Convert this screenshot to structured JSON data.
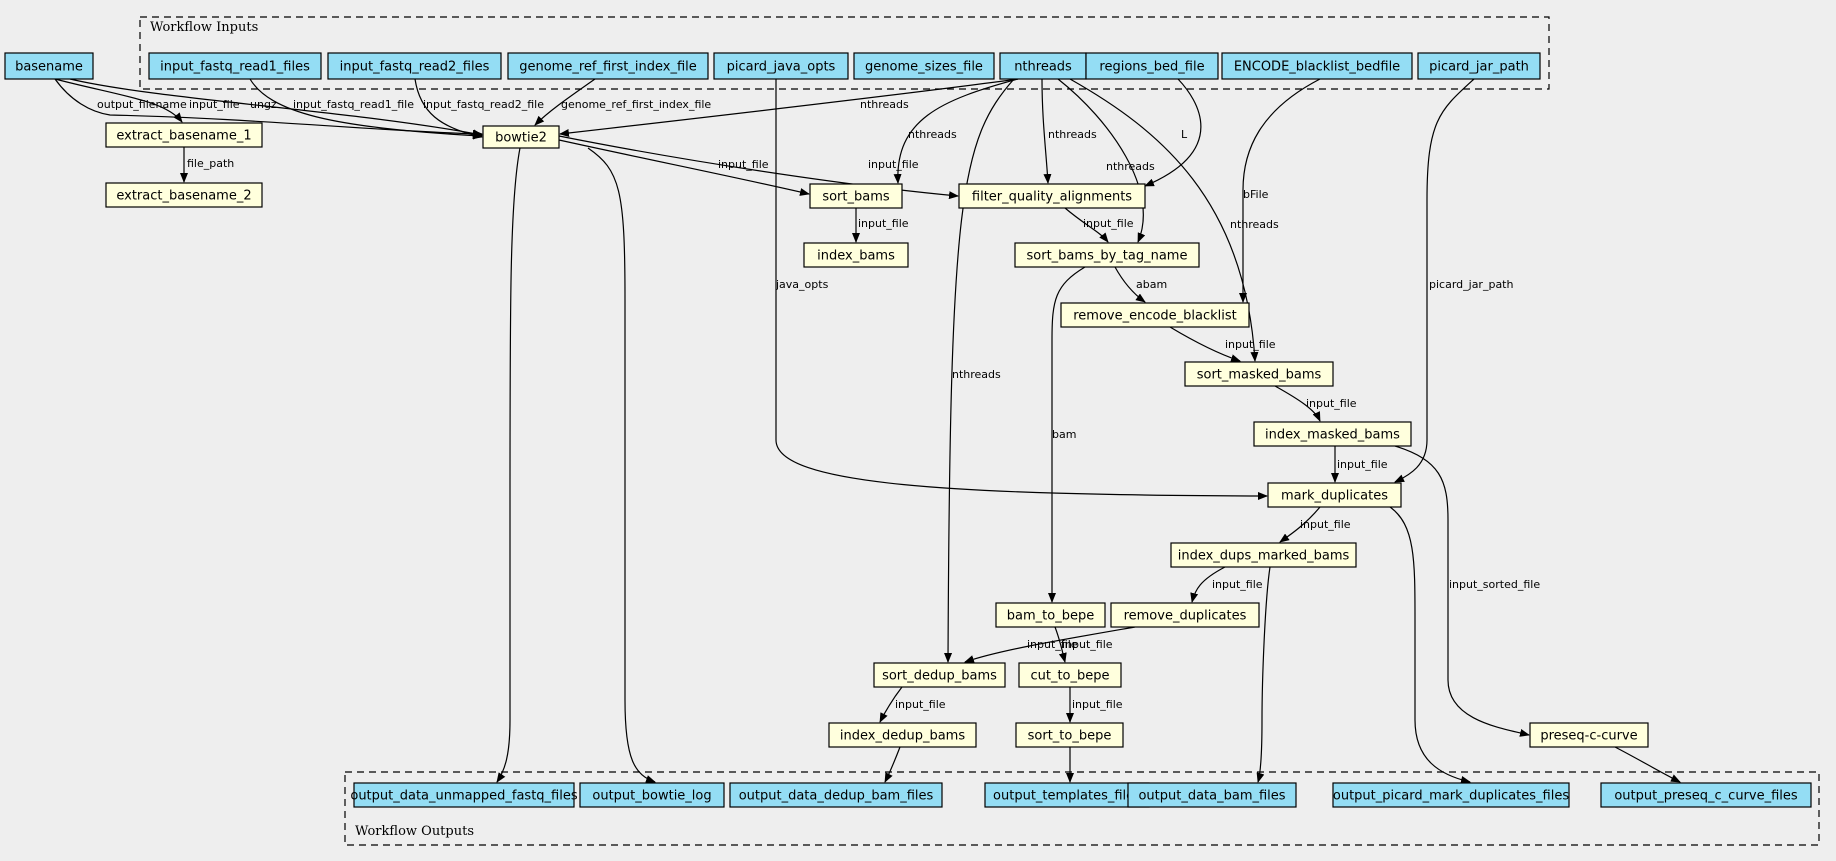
{
  "colors": {
    "input": "#94ddf4",
    "step": "#ffffdd",
    "output": "#94ddf4",
    "background": "#eeeeee"
  },
  "clusters": {
    "inputs": "Workflow Inputs",
    "outputs": "Workflow Outputs"
  },
  "nodes": {
    "basename": "basename",
    "input_fastq_read1_files": "input_fastq_read1_files",
    "input_fastq_read2_files": "input_fastq_read2_files",
    "genome_ref_first_index_file": "genome_ref_first_index_file",
    "picard_java_opts": "picard_java_opts",
    "genome_sizes_file": "genome_sizes_file",
    "nthreads": "nthreads",
    "regions_bed_file": "regions_bed_file",
    "ENCODE_blacklist_bedfile": "ENCODE_blacklist_bedfile",
    "picard_jar_path": "picard_jar_path",
    "extract_basename_1": "extract_basename_1",
    "extract_basename_2": "extract_basename_2",
    "bowtie2": "bowtie2",
    "sort_bams": "sort_bams",
    "index_bams": "index_bams",
    "filter_quality_alignments": "filter_quality_alignments",
    "sort_bams_by_tag_name": "sort_bams_by_tag_name",
    "remove_encode_blacklist": "remove_encode_blacklist",
    "sort_masked_bams": "sort_masked_bams",
    "index_masked_bams": "index_masked_bams",
    "mark_duplicates": "mark_duplicates",
    "index_dups_marked_bams": "index_dups_marked_bams",
    "remove_duplicates": "remove_duplicates",
    "bam_to_bepe": "bam_to_bepe",
    "sort_dedup_bams": "sort_dedup_bams",
    "cut_to_bepe": "cut_to_bepe",
    "index_dedup_bams": "index_dedup_bams",
    "sort_to_bepe": "sort_to_bepe",
    "preseq_c_curve": "preseq-c-curve",
    "output_data_unmapped_fastq_files": "output_data_unmapped_fastq_files",
    "output_bowtie_log": "output_bowtie_log",
    "output_data_dedup_bam_files": "output_data_dedup_bam_files",
    "output_templates_files": "output_templates_files",
    "output_data_bam_files": "output_data_bam_files",
    "output_picard_mark_duplicates_files": "output_picard_mark_duplicates_files",
    "output_preseq_c_curve_files": "output_preseq_c_curve_files"
  },
  "edges": [
    {
      "from": "basename",
      "to": "bowtie2",
      "label": "output_filename"
    },
    {
      "from": "basename",
      "to": "extract_basename_1",
      "label": "input_file"
    },
    {
      "from": "basename",
      "to": "bowtie2",
      "label": "ungz"
    },
    {
      "from": "input_fastq_read1_files",
      "to": "bowtie2",
      "label": "input_fastq_read1_file"
    },
    {
      "from": "input_fastq_read2_files",
      "to": "bowtie2",
      "label": "input_fastq_read2_file"
    },
    {
      "from": "genome_ref_first_index_file",
      "to": "bowtie2",
      "label": "genome_ref_first_index_file"
    },
    {
      "from": "nthreads",
      "to": "bowtie2",
      "label": "nthreads"
    },
    {
      "from": "nthreads",
      "to": "sort_bams",
      "label": "nthreads"
    },
    {
      "from": "nthreads",
      "to": "filter_quality_alignments",
      "label": "nthreads"
    },
    {
      "from": "nthreads",
      "to": "sort_bams_by_tag_name",
      "label": "nthreads"
    },
    {
      "from": "nthreads",
      "to": "sort_masked_bams",
      "label": "nthreads"
    },
    {
      "from": "nthreads",
      "to": "sort_dedup_bams",
      "label": "nthreads"
    },
    {
      "from": "regions_bed_file",
      "to": "filter_quality_alignments",
      "label": "L"
    },
    {
      "from": "ENCODE_blacklist_bedfile",
      "to": "remove_encode_blacklist",
      "label": "bFile"
    },
    {
      "from": "picard_jar_path",
      "to": "mark_duplicates",
      "label": "picard_jar_path"
    },
    {
      "from": "picard_java_opts",
      "to": "mark_duplicates",
      "label": "java_opts"
    },
    {
      "from": "extract_basename_1",
      "to": "extract_basename_2",
      "label": "file_path"
    },
    {
      "from": "bowtie2",
      "to": "sort_bams",
      "label": "input_file"
    },
    {
      "from": "bowtie2",
      "to": "filter_quality_alignments",
      "label": "input_file"
    },
    {
      "from": "sort_bams",
      "to": "index_bams",
      "label": "input_file"
    },
    {
      "from": "filter_quality_alignments",
      "to": "sort_bams_by_tag_name",
      "label": "input_file"
    },
    {
      "from": "sort_bams_by_tag_name",
      "to": "remove_encode_blacklist",
      "label": "abam"
    },
    {
      "from": "sort_bams_by_tag_name",
      "to": "bam_to_bepe",
      "label": "bam"
    },
    {
      "from": "remove_encode_blacklist",
      "to": "sort_masked_bams",
      "label": "input_file"
    },
    {
      "from": "sort_masked_bams",
      "to": "index_masked_bams",
      "label": "input_file"
    },
    {
      "from": "index_masked_bams",
      "to": "mark_duplicates",
      "label": "input_file"
    },
    {
      "from": "index_masked_bams",
      "to": "preseq_c_curve",
      "label": "input_sorted_file"
    },
    {
      "from": "mark_duplicates",
      "to": "index_dups_marked_bams",
      "label": "input_file"
    },
    {
      "from": "index_dups_marked_bams",
      "to": "remove_duplicates",
      "label": "input_file"
    },
    {
      "from": "remove_duplicates",
      "to": "sort_dedup_bams",
      "label": "input_file"
    },
    {
      "from": "bam_to_bepe",
      "to": "cut_to_bepe",
      "label": "input_file"
    },
    {
      "from": "sort_dedup_bams",
      "to": "index_dedup_bams",
      "label": "input_file"
    },
    {
      "from": "cut_to_bepe",
      "to": "sort_to_bepe",
      "label": "input_file"
    },
    {
      "from": "bowtie2",
      "to": "output_data_unmapped_fastq_files",
      "label": ""
    },
    {
      "from": "bowtie2",
      "to": "output_bowtie_log",
      "label": ""
    },
    {
      "from": "index_dedup_bams",
      "to": "output_data_dedup_bam_files",
      "label": ""
    },
    {
      "from": "sort_to_bepe",
      "to": "output_templates_files",
      "label": ""
    },
    {
      "from": "index_dups_marked_bams",
      "to": "output_data_bam_files",
      "label": ""
    },
    {
      "from": "mark_duplicates",
      "to": "output_picard_mark_duplicates_files",
      "label": ""
    },
    {
      "from": "preseq_c_curve",
      "to": "output_preseq_c_curve_files",
      "label": ""
    }
  ]
}
